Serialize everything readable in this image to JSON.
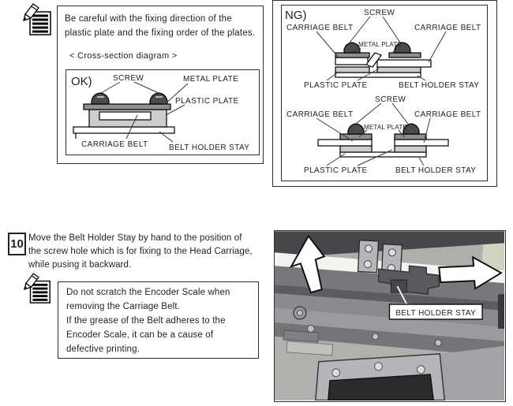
{
  "page": {
    "background": "#ffffff",
    "text_color": "#1f1f1f"
  },
  "icons": {
    "memo_note": "memo-note-icon",
    "up_arrow": "up-arrow-icon",
    "right_arrow": "right-arrow-icon"
  },
  "palette": {
    "plastic_plate_fill": "#cdcdcd",
    "metal_plate_fill": "#8f8f8f",
    "screw_fill": "#4a4a4a",
    "belt_fill": "#ffffff",
    "photo_dark": "#47474b",
    "photo_mid": "#8a8a8f",
    "photo_beige": "#d2d2c0"
  },
  "top_note": {
    "text": "Be careful with the fixing direction of the\nplastic plate and the fixing order of the plates.",
    "cross_section_caption": "< Cross-section diagram >",
    "ok_diagram": {
      "title": "OK)",
      "labels": {
        "screw": "SCREW",
        "metal_plate": "METAL PLATE",
        "plastic_plate": "PLASTIC PLATE",
        "carriage_belt": "CARRIAGE BELT",
        "belt_holder_stay": "BELT HOLDER STAY"
      }
    }
  },
  "ng_panel": {
    "title": "NG)",
    "diagram_top": {
      "screw": "SCREW",
      "carriage_belt_left": "CARRIAGE BELT",
      "carriage_belt_right": "CARRIAGE BELT",
      "metal_plate": "METAL PLATE",
      "plastic_plate": "PLASTIC PLATE",
      "belt_holder_stay": "BELT HOLDER STAY"
    },
    "diagram_bottom": {
      "screw": "SCREW",
      "carriage_belt_left": "CARRIAGE BELT",
      "carriage_belt_right": "CARRIAGE BELT",
      "metal_plate": "METAL PLATE",
      "plastic_plate": "PLASTIC PLATE",
      "belt_holder_stay": "BELT HOLDER STAY"
    }
  },
  "step": {
    "number": "10",
    "text": "Move the Belt Holder Stay by hand to the position of\nthe screw hole which is for fixing to the Head Carriage,\nwhile pusing it backward.",
    "note_text": "Do not scratch the Encoder Scale when\nremoving the Carriage Belt.\nIf the grease of the Belt adheres to the\nEncoder Scale, it can be a cause of\ndefective printing.",
    "photo": {
      "label": "BELT HOLDER STAY"
    }
  }
}
